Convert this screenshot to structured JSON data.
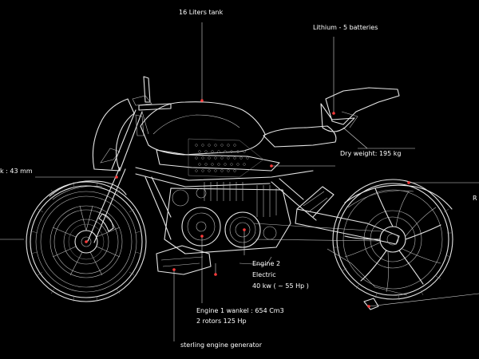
{
  "labels": {
    "tank": "16 Liters tank",
    "batteries": "Lithium - 5 batteries",
    "dry_weight": "Dry weight: 195 kg",
    "fork": "k : 43 mm",
    "rear_cut": "R",
    "engine2_line1": "Engine 2",
    "engine2_line2": "Electric",
    "engine2_line3": "40 kw ( ~ 55 Hp )",
    "engine1_line1": "Engine 1 wankel :   654 Cm3",
    "engine1_line2": "2 rotors 125 Hp",
    "sterling": "sterling engine generator"
  },
  "colors": {
    "background": "#000000",
    "line": "#e6e6e6",
    "marker": "#ff3a3a"
  }
}
